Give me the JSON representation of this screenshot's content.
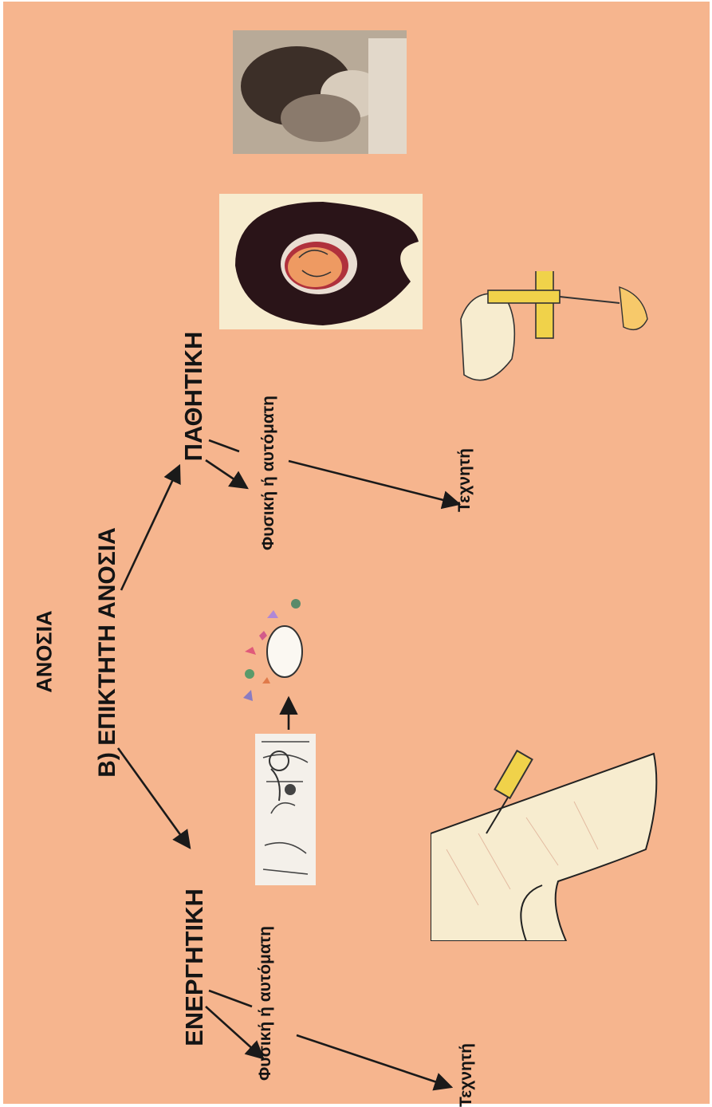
{
  "title": "ΑΝΟΣΙΑ",
  "subtitle": "Β) ΕΠΙΚΤΗΤΗ ΑΝΟΣΙΑ",
  "branches": {
    "active": {
      "label": "ΕΝΕΡΓΗΤΙΚΗ",
      "natural": "Φυσική ή αυτόματη",
      "artificial": "Τεχνητή"
    },
    "passive": {
      "label": "ΠΑΘΗΤΙΚΗ",
      "natural": "Φυσική ή αυτόματη",
      "artificial": "Τεχνητή"
    }
  },
  "colors": {
    "background": "#f6b58e",
    "text": "#141414",
    "arrow": "#1a1a1a"
  },
  "illustrations": [
    "infection-drawing-icon",
    "immune-cell-antigens-icon",
    "arm-injection-icon",
    "pregnancy-fetus-icon",
    "syringe-injection-icon",
    "mother-baby-photo-icon"
  ]
}
